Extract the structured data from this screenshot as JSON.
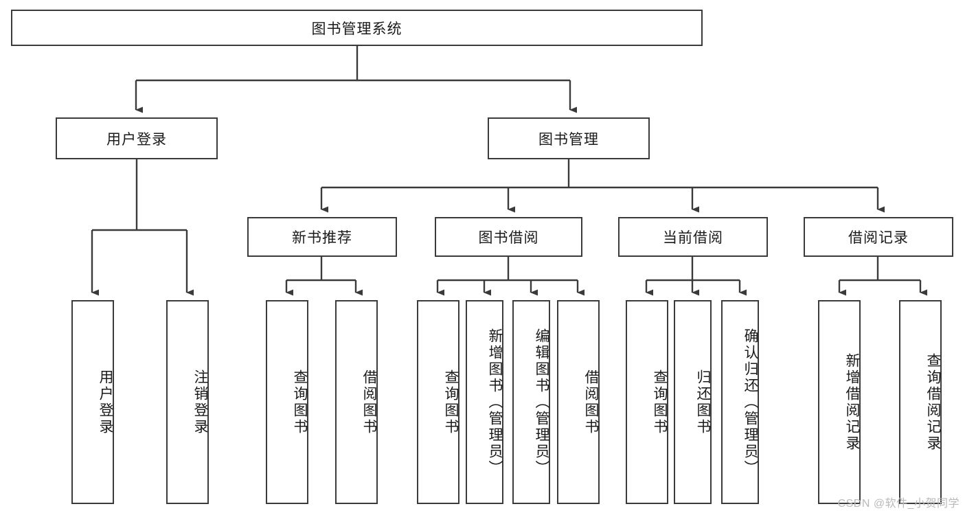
{
  "diagram": {
    "type": "tree",
    "title": "图书管理系统",
    "orientation": "top-down",
    "root": {
      "label": "图书管理系统"
    },
    "level2": [
      {
        "label": "用户登录"
      },
      {
        "label": "图书管理"
      }
    ],
    "level3": [
      {
        "label": "新书推荐"
      },
      {
        "label": "图书借阅"
      },
      {
        "label": "当前借阅"
      },
      {
        "label": "借阅记录"
      }
    ],
    "leaves": [
      {
        "label": "用户登录",
        "parent": "用户登录"
      },
      {
        "label": "注销登录",
        "parent": "用户登录"
      },
      {
        "label": "查询图书",
        "parent": "新书推荐"
      },
      {
        "label": "借阅图书",
        "parent": "新书推荐"
      },
      {
        "label": "查询图书",
        "parent": "图书借阅"
      },
      {
        "label": "新增图书（管理员）",
        "parent": "图书借阅"
      },
      {
        "label": "编辑图书（管理员）",
        "parent": "图书借阅"
      },
      {
        "label": "借阅图书",
        "parent": "图书借阅"
      },
      {
        "label": "查询图书",
        "parent": "当前借阅"
      },
      {
        "label": "归还图书",
        "parent": "当前借阅"
      },
      {
        "label": "确认归还（管理员）",
        "parent": "当前借阅"
      },
      {
        "label": "新增借阅记录",
        "parent": "借阅记录"
      },
      {
        "label": "查询借阅记录",
        "parent": "借阅记录"
      }
    ],
    "colors": {
      "box_border": "#3a3a3a",
      "box_fill": "#ffffff",
      "line": "#3a3a3a",
      "text": "#1a1a1a",
      "watermark": "#b9b9b9"
    }
  },
  "watermark": {
    "text": "CSDN @软件_小贺同学"
  }
}
